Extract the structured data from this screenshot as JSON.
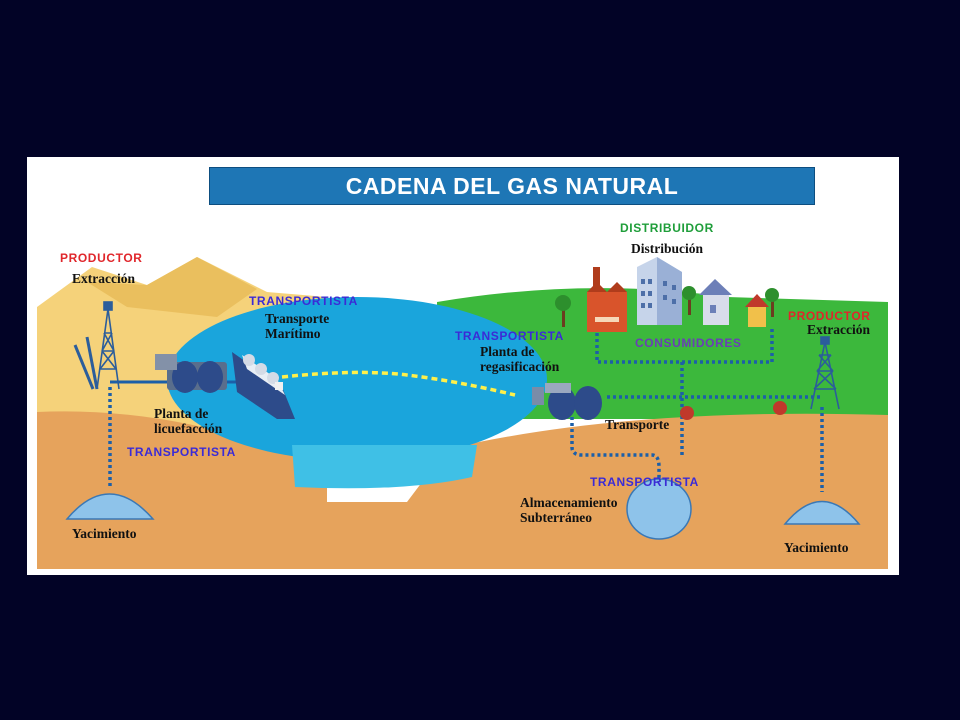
{
  "title": "CADENA DEL GAS NATURAL",
  "colors": {
    "page_background": "#020326",
    "title_bar": "#1e76b5",
    "productor": "#e0262b",
    "transportista": "#3b2bd6",
    "distribuidor": "#1f9e3a",
    "consumidores": "#6a3fb5",
    "sea": "#1aa5dc",
    "land": "#3cb83c",
    "soil": "#e6a35c",
    "desert": "#f5d27a"
  },
  "labels": {
    "productor_left": "PRODUCTOR",
    "extraccion_left": "Extracción",
    "transportista_maritimo": "TRANSPORTISTA",
    "transporte_maritimo": "Transporte Marítimo",
    "planta_licuefaccion": "Planta de licuefacción",
    "transportista_left": "TRANSPORTISTA",
    "yacimiento_left": "Yacimiento",
    "transportista_regas": "TRANSPORTISTA",
    "planta_regasificacion": "Planta de regasificación",
    "distribuidor": "DISTRIBUIDOR",
    "distribucion": "Distribución",
    "consumidores": "CONSUMIDORES",
    "productor_right": "PRODUCTOR",
    "extraccion_right": "Extracción",
    "transporte": "Transporte",
    "transportista_storage": "TRANSPORTISTA",
    "almacenamiento": "Almacenamiento Subterráneo",
    "yacimiento_right": "Yacimiento"
  },
  "icons": [
    "oil-derrick-icon",
    "liquefaction-tanks-icon",
    "lng-tanker-ship-icon",
    "regasification-tanks-icon",
    "factory-icon",
    "office-building-icon",
    "house-icon",
    "tree-icon",
    "valve-icon",
    "reservoir-icon",
    "storage-cavern-icon"
  ]
}
